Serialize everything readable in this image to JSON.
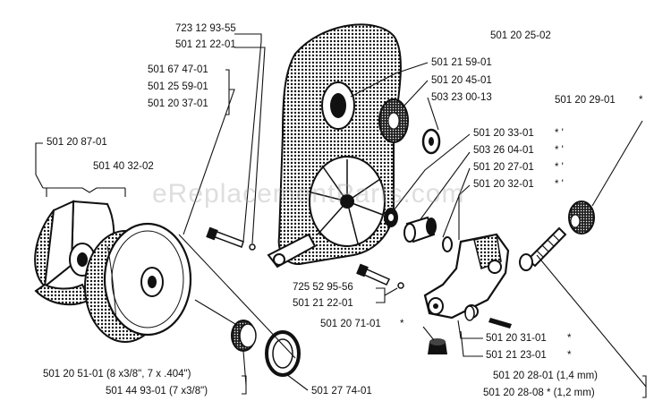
{
  "watermark": "eReplacementParts.com",
  "colors": {
    "ink": "#111111",
    "paper": "#ffffff",
    "watermark": "#a0a0a0"
  },
  "labels": {
    "p_723129355": "723 12 93-55",
    "p_501212201_top": "501 21 22-01",
    "p_501202502": "501 20 25-02",
    "p_501674701": "501 67 47-01",
    "p_501255901": "501 25 59-01",
    "p_501203701": "501 20 37-01",
    "p_501215901": "501 21 59-01",
    "p_501204501": "501 20 45-01",
    "p_503230013": "503 23 00-13",
    "p_501202901": "501 20 29-01",
    "p_501202901_mark": "*",
    "p_501208701": "501 20 87-01",
    "p_501403202": "501 40 32-02",
    "p_501203301": "501 20 33-01",
    "p_501203301_mark": "*  '",
    "p_503260401": "503 26 04-01",
    "p_503260401_mark": "*  '",
    "p_501202701": "501 20 27-01",
    "p_501202701_mark": "*  '",
    "p_501203201": "501 20 32-01",
    "p_501203201_mark": "*  '",
    "p_725529556": "725 52 95-56",
    "p_501212201_mid": "501 21 22-01",
    "p_501207101": "501 20 71-01",
    "p_501207101_mark": "*",
    "p_501203101": "501 20 31-01",
    "p_501203101_mark": "*",
    "p_501212301": "501 21 23-01",
    "p_501212301_mark": "*",
    "p_501205101": "501 20 51-01 (8 x3/8\", 7 x .404\")",
    "p_501449301": "501 44 93-01 (7 x3/8\")",
    "p_501277401": "501 27 74-01",
    "p_501202801": "501 20 28-01 (1,4 mm)",
    "p_501202808": "501 20 28-08  * (1,2 mm)"
  }
}
